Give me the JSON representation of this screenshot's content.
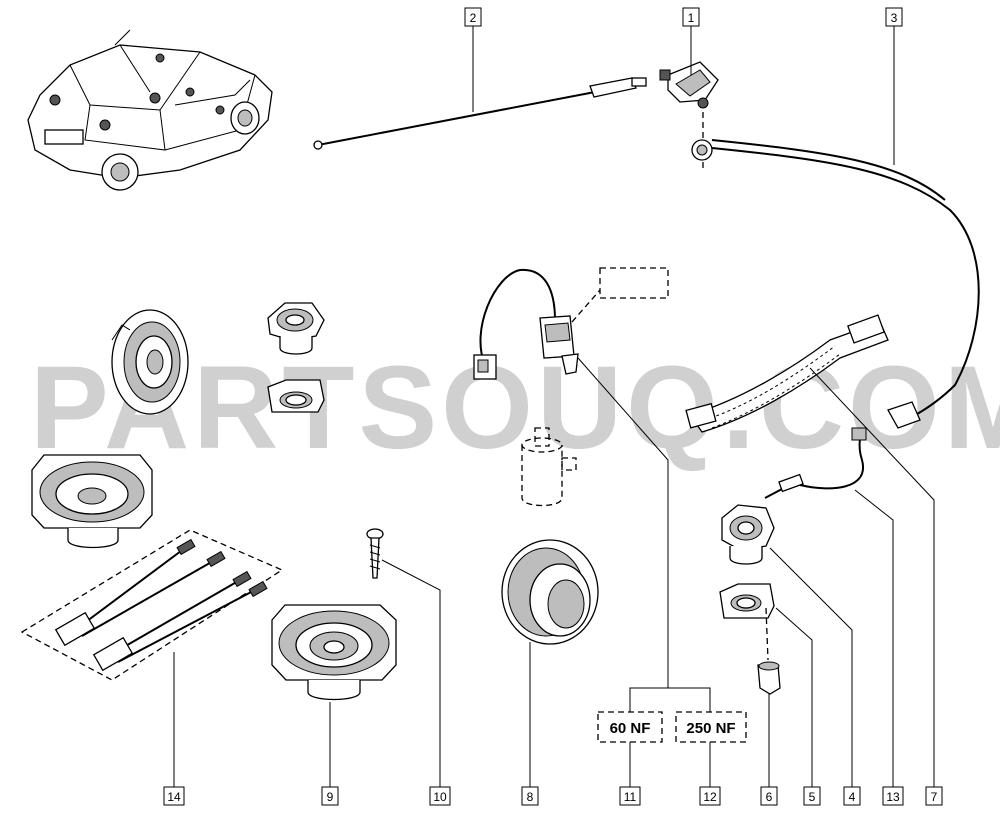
{
  "watermark": "PARTSOUQ.COM",
  "notes": {
    "n60": "60 NF",
    "n250": "250 NF"
  },
  "callouts": {
    "c1": "1",
    "c2": "2",
    "c3": "3",
    "c4": "4",
    "c5": "5",
    "c6": "6",
    "c7": "7",
    "c8": "8",
    "c9": "9",
    "c10": "10",
    "c11": "11",
    "c12": "12",
    "c13": "13",
    "c14": "14"
  }
}
